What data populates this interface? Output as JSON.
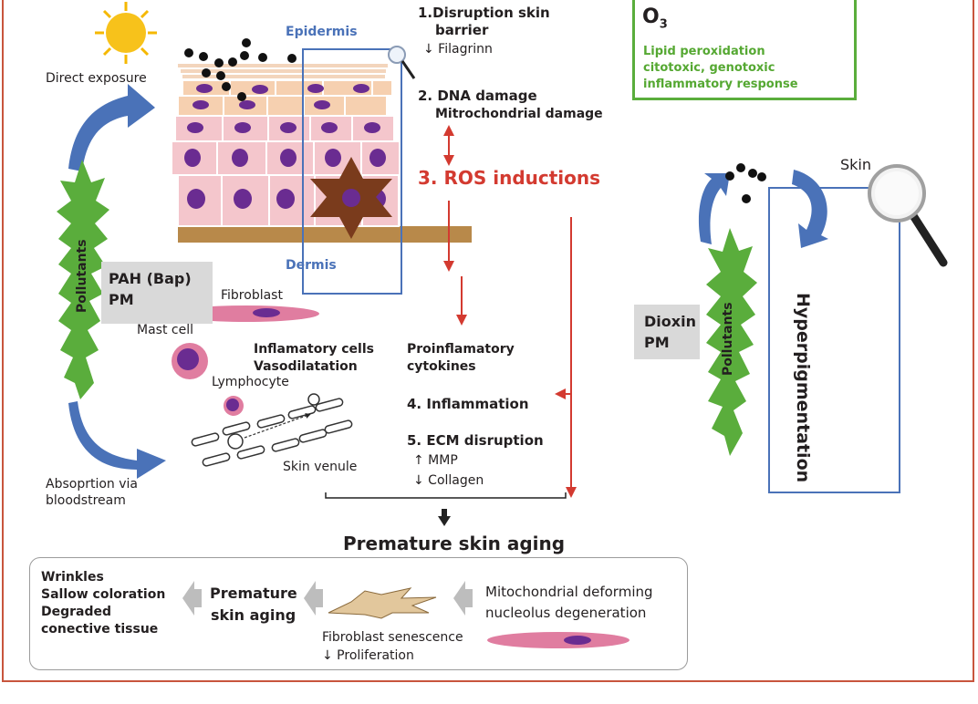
{
  "top_left": {
    "direct_exposure": "Direct exposure",
    "pollutants": "Pollutants",
    "absorption": [
      "Absoprtion via",
      "bloodstream"
    ],
    "pah": [
      "PAH (Bap)",
      "PM"
    ]
  },
  "skin": {
    "epidermis": "Epidermis",
    "dermis": "Dermis",
    "fibroblast": "Fibroblast",
    "mast_cell": "Mast cell",
    "lymphocyte": "Lymphocyte",
    "inflam_cells": [
      "Inflamatory cells",
      "Vasodilatation"
    ],
    "skin_venule": "Skin venule"
  },
  "steps": {
    "s1": [
      "1.Disruption skin",
      "barrier"
    ],
    "s1_sub": "↓ Filagrinn",
    "s2": [
      "2. DNA damage",
      "Mitrochondrial damage"
    ],
    "s3": "3. ROS inductions",
    "proinflam": [
      "Proinflamatory",
      "cytokines"
    ],
    "s4": "4. Inflammation",
    "s5": "5. ECM disruption",
    "mmp": "↑ MMP",
    "collagen": "↓ Collagen"
  },
  "o3": {
    "symbol": "O",
    "sub": "3",
    "lines": [
      "Lipid peroxidation",
      "citotoxic, genotoxic",
      "inflammatory response"
    ]
  },
  "right": {
    "skin": "Skin",
    "dioxin": [
      "Dioxin",
      "PM"
    ],
    "pollutants": "Pollutants",
    "hyperpigmentation": "Hyperpigmentation"
  },
  "result_title": "Premature skin aging",
  "bottom": {
    "effects": [
      "Wrinkles",
      "Sallow coloration",
      "Degraded",
      "conective tissue"
    ],
    "aging": [
      "Premature",
      "skin aging"
    ],
    "senescence": [
      "Fibroblast senescence",
      "↓ Proliferation"
    ],
    "mito": [
      "Mitochondrial deforming",
      "nucleolus degeneration"
    ]
  },
  "colors": {
    "frame": "#c8553d",
    "blue_arrow": "#4a72b8",
    "red_arrow": "#d33a30",
    "pollutant_green": "#5aad3c",
    "cell_pink": "#f4c6cc",
    "nucleus_purple": "#6a2c91"
  }
}
